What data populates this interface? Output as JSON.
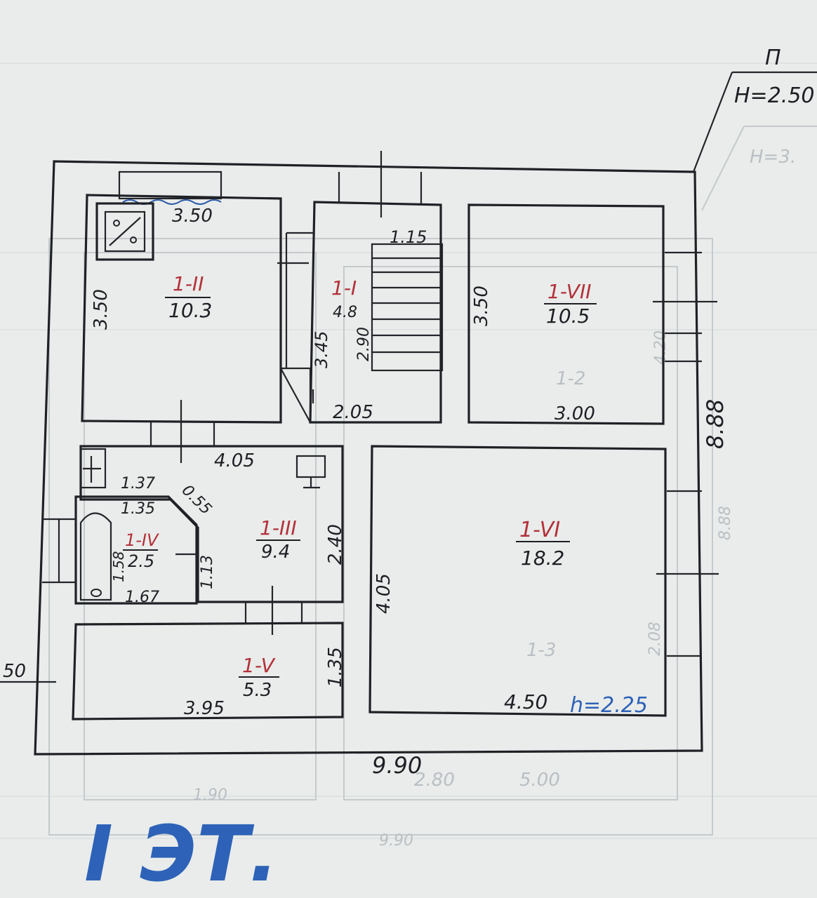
{
  "floor_label": "I ЭТ.",
  "corner_tag": {
    "letter": "П",
    "height": "H=2.50",
    "ghost_height": "H=3."
  },
  "left_edge_value": "50",
  "overall": {
    "width": "9.90",
    "depth": "8.88"
  },
  "rooms": [
    {
      "id": "1-II",
      "area": "10.3"
    },
    {
      "id": "1-I",
      "area": "4.8"
    },
    {
      "id": "1-VII",
      "area": "10.5"
    },
    {
      "id": "1-VI",
      "area": "18.2"
    },
    {
      "id": "1-III",
      "area": "9.4"
    },
    {
      "id": "1-IV",
      "area": "2.5"
    },
    {
      "id": "1-V",
      "area": "5.3"
    }
  ],
  "dims": {
    "top_left_width": "3.50",
    "top_left_height": "3.50",
    "stair_width": "1.15",
    "stair_height_a": "3.45",
    "stair_height_b": "2.90",
    "stair_bottom": "2.05",
    "right_room_height": "3.50",
    "right_room_width": "3.00",
    "hall_width": "4.05",
    "hall_height": "2.40",
    "small_top": "1.37",
    "bath_top": "1.35",
    "bath_corner": "0.55",
    "bath_height": "1.58",
    "bath_width": "1.67",
    "bath_side": "1.13",
    "big_room_height": "4.05",
    "big_room_width": "4.50",
    "ceiling_height": "h=2.25",
    "bottom_room_height": "1.35",
    "bottom_room_width": "3.95"
  },
  "ghost_text": [
    "1-2",
    "4.20",
    "8.88",
    "1-3",
    "2.80",
    "5.00",
    "9.90",
    "2.08",
    "1.90"
  ]
}
